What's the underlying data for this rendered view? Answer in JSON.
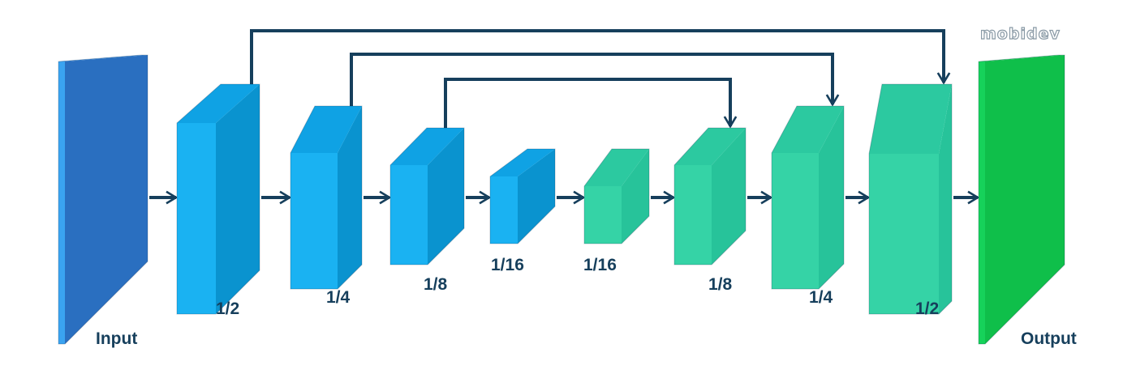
{
  "brand": {
    "logo_text": "mobidev"
  },
  "layers": [
    {
      "id": "input",
      "label": "Input",
      "front": "#2a6fc0",
      "side": "#3aa3f0",
      "top": "#2e86dc"
    },
    {
      "id": "enc-1-2",
      "label": "1/2",
      "front": "#0a93cf",
      "side": "#1ab2f2",
      "top": "#0fa2e4"
    },
    {
      "id": "enc-1-4",
      "label": "1/4",
      "front": "#0a93cf",
      "side": "#1ab2f2",
      "top": "#0fa2e4"
    },
    {
      "id": "enc-1-8",
      "label": "1/8",
      "front": "#0a93cf",
      "side": "#1ab2f2",
      "top": "#0fa2e4"
    },
    {
      "id": "enc-1-16",
      "label": "1/16",
      "front": "#0a93cf",
      "side": "#1ab2f2",
      "top": "#0fa2e4"
    },
    {
      "id": "dec-1-16",
      "label": "1/16",
      "front": "#27c39a",
      "side": "#35d3a6",
      "top": "#2cc9a0"
    },
    {
      "id": "dec-1-8",
      "label": "1/8",
      "front": "#27c39a",
      "side": "#35d3a6",
      "top": "#2cc9a0"
    },
    {
      "id": "dec-1-4",
      "label": "1/4",
      "front": "#27c39a",
      "side": "#35d3a6",
      "top": "#2cc9a0"
    },
    {
      "id": "dec-1-2",
      "label": "1/2",
      "front": "#27c39a",
      "side": "#35d3a6",
      "top": "#2cc9a0"
    },
    {
      "id": "output",
      "label": "Output",
      "front": "#0fbf4a",
      "side": "#16d25a",
      "top": "#12c752"
    }
  ],
  "colors": {
    "connector": "#163f5c",
    "label_text": "#163f5c"
  }
}
